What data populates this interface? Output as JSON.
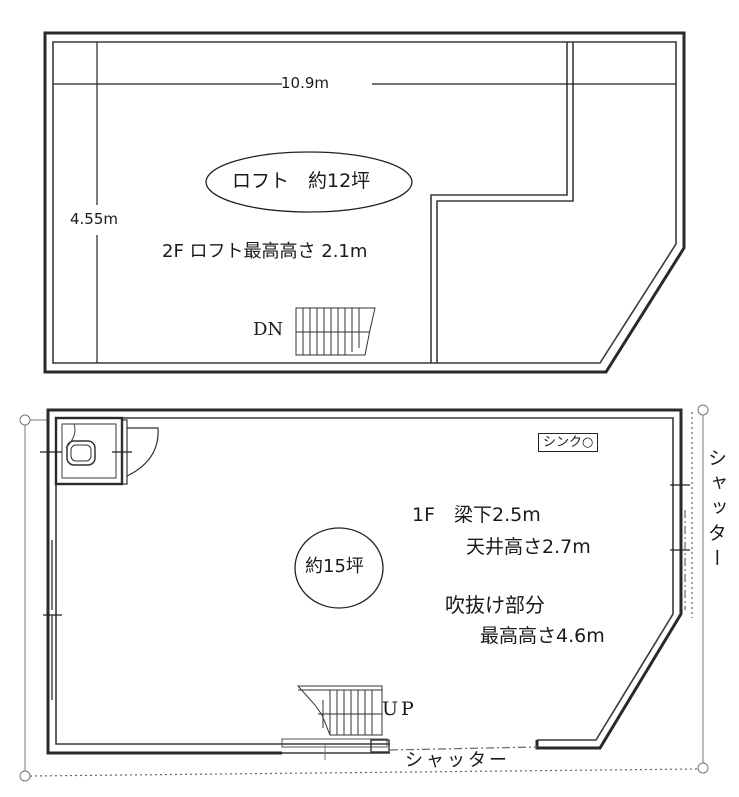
{
  "loft_plan": {
    "area_label": "ロフト　約12坪",
    "width_dimension": "10.9m",
    "depth_dimension": "4.55m",
    "height_note": "2F ロフト最高高さ 2.1m",
    "stair_label": "DN"
  },
  "first_floor_plan": {
    "area_label": "約15坪",
    "floor_and_beam": "1F　梁下2.5m",
    "ceiling_height": "天井高さ2.7m",
    "atrium_label": "吹抜け部分",
    "max_height": "最高高さ4.6m",
    "sink_label": "シンク○",
    "stair_label": "UP",
    "shutter_side_label": "シャッター",
    "shutter_front_label": "シャッター"
  },
  "colors": {
    "line": "#2a2a2a",
    "background": "#ffffff"
  }
}
